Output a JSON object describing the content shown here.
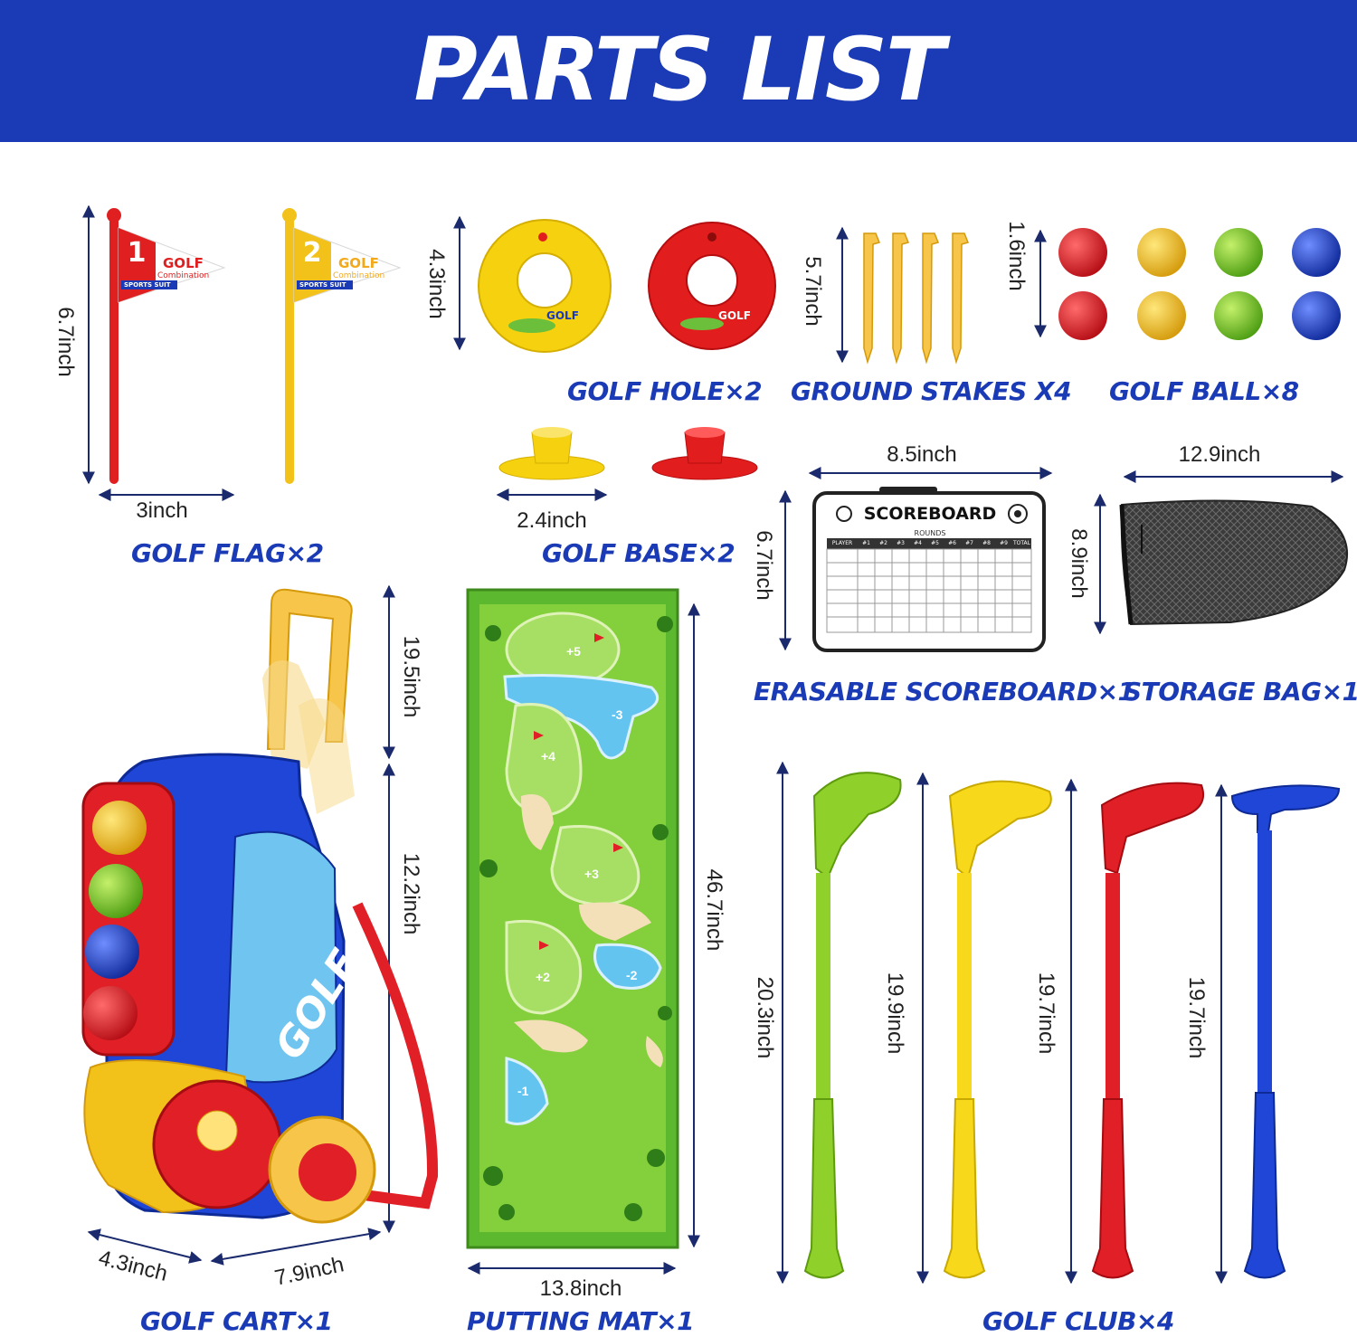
{
  "header": {
    "title": "PARTS LIST",
    "background_color": "#1a3bb5"
  },
  "caption_color": "#1a3bb5",
  "items": {
    "golf_flag": {
      "caption": "GOLF FLAG×2",
      "height": "6.7inch",
      "width": "3inch",
      "flags": [
        {
          "number": "1",
          "text": "GOLF",
          "subtext": "Combination",
          "band": "SPORTS SUIT",
          "color": "#e02020"
        },
        {
          "number": "2",
          "text": "GOLF",
          "subtext": "Combination",
          "band": "SPORTS SUIT",
          "color": "#f2c21b"
        }
      ]
    },
    "golf_hole": {
      "caption": "GOLF HOLE×2",
      "height": "4.3inch",
      "label": "GOLF",
      "colors": [
        "#f5d10f",
        "#e21d1d"
      ]
    },
    "ground_stakes": {
      "caption": "GROUND STAKES X4",
      "height": "5.7inch"
    },
    "golf_ball": {
      "caption": "GOLF BALL×8",
      "height": "1.6inch",
      "colors": [
        "#e01f26",
        "#f3c623",
        "#7ccc2a",
        "#1f46d6"
      ]
    },
    "golf_base": {
      "caption": "GOLF BASE×2",
      "width": "2.4inch"
    },
    "scoreboard": {
      "caption": "ERASABLE SCOREBOARD×1",
      "title": "SCOREBOARD",
      "subtitle": "ROUNDS",
      "columns": [
        "PLAYER",
        "#1",
        "#2",
        "#3",
        "#4",
        "#5",
        "#6",
        "#7",
        "#8",
        "#9",
        "TOTAL"
      ],
      "width": "8.5inch",
      "height": "6.7inch"
    },
    "storage_bag": {
      "caption": "STORAGE BAG×1",
      "width": "12.9inch",
      "height": "8.9inch"
    },
    "golf_cart": {
      "caption": "GOLF CART×1",
      "height_extended": "19.5inch",
      "height_collapsed": "12.2inch",
      "depth": "4.3inch",
      "width": "7.9inch",
      "label": "GOLF"
    },
    "putting_mat": {
      "caption": "PUTTING MAT×1",
      "height": "46.7inch",
      "width": "13.8inch",
      "holes": [
        "+5",
        "-3",
        "+4",
        "+3",
        "-2",
        "+2",
        "-1"
      ]
    },
    "golf_club": {
      "caption": "GOLF CLUB×4",
      "lengths": [
        "20.3inch",
        "19.9inch",
        "19.7inch",
        "19.7inch"
      ],
      "colors": [
        "#8fd12a",
        "#f7d81b",
        "#e01f26",
        "#1f46d6"
      ]
    }
  }
}
